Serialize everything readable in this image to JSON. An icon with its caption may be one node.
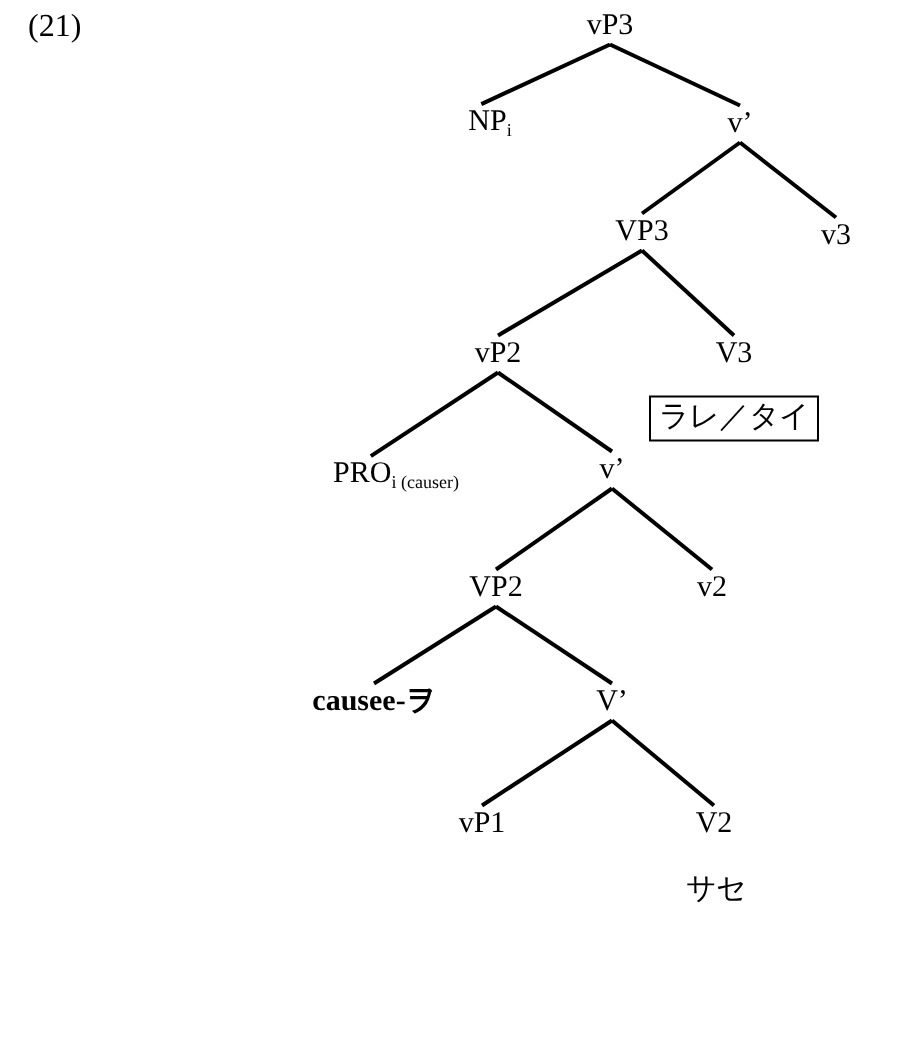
{
  "diagram": {
    "nodes": [
      {
        "text": [
          "vP3"
        ]
      },
      {
        "text": [
          "NP$_{i}$"
        ]
      },
      {
        "text": [
          "v’"
        ]
      },
      {
        "text": [
          "VP3"
        ]
      },
      {
        "text": [
          "v3"
        ]
      },
      {
        "text": [
          "vP2"
        ]
      },
      {
        "text": [
          "V3"
        ]
      },
      {
        "text": [
          "ラレ／タイ"
        ]
      },
      {
        "text": [
          "PRO$_{i (causer)}$"
        ]
      },
      {
        "text": [
          "v’"
        ]
      },
      {
        "text": [
          "VP2"
        ]
      },
      {
        "text": [
          "v2"
        ]
      },
      {
        "text": [
          "causee-ヲ"
        ]
      },
      {
        "text": [
          "V’"
        ]
      },
      {
        "text": [
          "vP1"
        ]
      },
      {
        "text": [
          "V2"
        ],
        "beside": [
          "サセ"
        ]
      }
    ],
    "edges": [
      {
        "from": 0,
        "to": 1,
        "arrow": "none"
      },
      {
        "from": 0,
        "to": 2,
        "arrow": "none"
      },
      {
        "from": 2,
        "to": 3,
        "arrow": "none"
      },
      {
        "from": 2,
        "to": 4,
        "arrow": "none"
      },
      {
        "from": 3,
        "to": 5,
        "arrow": "none"
      },
      {
        "from": 3,
        "to": 6,
        "arrow": "none"
      },
      {
        "from": 5,
        "to": 8,
        "arrow": "none"
      },
      {
        "from": 5,
        "to": 9,
        "arrow": "none"
      },
      {
        "from": 9,
        "to": 10,
        "arrow": "none"
      },
      {
        "from": 9,
        "to": 11,
        "arrow": "none"
      },
      {
        "from": 10,
        "to": 12,
        "arrow": "none"
      },
      {
        "from": 10,
        "to": 13,
        "arrow": "none"
      },
      {
        "from": 13,
        "to": 14,
        "arrow": "none"
      },
      {
        "from": 13,
        "to": 15,
        "arrow": "none"
      }
    ],
    "labels": [
      "(21)"
    ]
  }
}
